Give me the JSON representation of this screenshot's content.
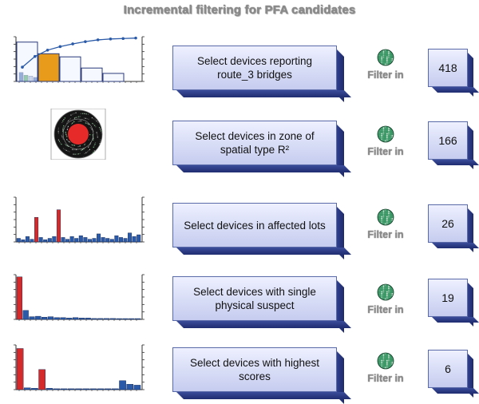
{
  "title": "Incremental filtering for PFA candidates",
  "filter_label": "Filter in",
  "steps": [
    {
      "text": "Select devices reporting route_3 bridges",
      "count": "418"
    },
    {
      "text": "Select devices in zone of spatial type R²",
      "count": "166"
    },
    {
      "text": "Select devices in affected lots",
      "count": "26"
    },
    {
      "text": "Select devices with single physical suspect",
      "count": "19"
    },
    {
      "text": "Select devices with highest scores",
      "count": "6"
    }
  ],
  "colors": {
    "box_fill": "#d7dcf6",
    "box_shadow": "#1e2a6b",
    "bar_blue": "#2a5aa8",
    "bar_red": "#d42a2a",
    "bar_orange": "#e89a1a",
    "zone_red": "#e62a2a"
  },
  "thumbnails": [
    {
      "kind": "pareto",
      "big_bars": [
        0.88,
        0.62,
        0.55,
        0.3,
        0.18
      ],
      "highlight_index": 1,
      "small_bars": [
        0.2,
        0.14,
        0.12,
        0.09,
        0.07,
        0.15,
        0.08,
        0.06
      ],
      "cumulative": [
        0.32,
        0.56,
        0.7,
        0.78,
        0.84,
        0.89,
        0.93,
        0.95,
        0.96,
        0.97
      ]
    },
    {
      "kind": "wafer_zone"
    },
    {
      "kind": "histogram",
      "values": [
        0.08,
        0.05,
        0.12,
        0.06,
        0.55,
        0.1,
        0.05,
        0.08,
        0.12,
        0.72,
        0.1,
        0.06,
        0.12,
        0.08,
        0.14,
        0.1,
        0.06,
        0.08,
        0.18,
        0.1,
        0.08,
        0.06,
        0.14,
        0.1,
        0.08,
        0.2,
        0.12,
        0.16
      ],
      "highlight": [
        4,
        9
      ]
    },
    {
      "kind": "histogram",
      "values": [
        0.95,
        0.2,
        0.06,
        0.07,
        0.05,
        0.06,
        0.04,
        0.04,
        0.03,
        0.04,
        0.03,
        0.03,
        0.02,
        0.02,
        0.02,
        0.02,
        0.01,
        0.01,
        0.01,
        0.01
      ],
      "highlight": [
        0
      ]
    },
    {
      "kind": "histogram",
      "values": [
        0.92,
        0.04,
        0.03,
        0.45,
        0.03,
        0.02,
        0.02,
        0.02,
        0.02,
        0.02,
        0.02,
        0.02,
        0.02,
        0.02,
        0.2,
        0.12,
        0.1
      ],
      "highlight": [
        0,
        3
      ]
    }
  ]
}
